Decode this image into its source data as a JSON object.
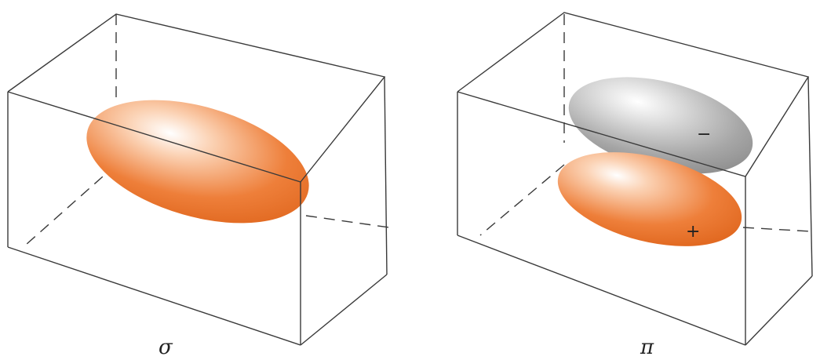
{
  "figure": {
    "panels": [
      {
        "id": "sigma",
        "caption": "σ",
        "lobes": [
          {
            "color": "#e8702a",
            "highlight": "#ffffff"
          }
        ]
      },
      {
        "id": "pi",
        "caption": "π",
        "lobes": [
          {
            "color": "#9a9a9a",
            "highlight": "#ffffff",
            "sign": "−"
          },
          {
            "color": "#e8702a",
            "highlight": "#ffffff",
            "sign": "+"
          }
        ]
      }
    ]
  }
}
